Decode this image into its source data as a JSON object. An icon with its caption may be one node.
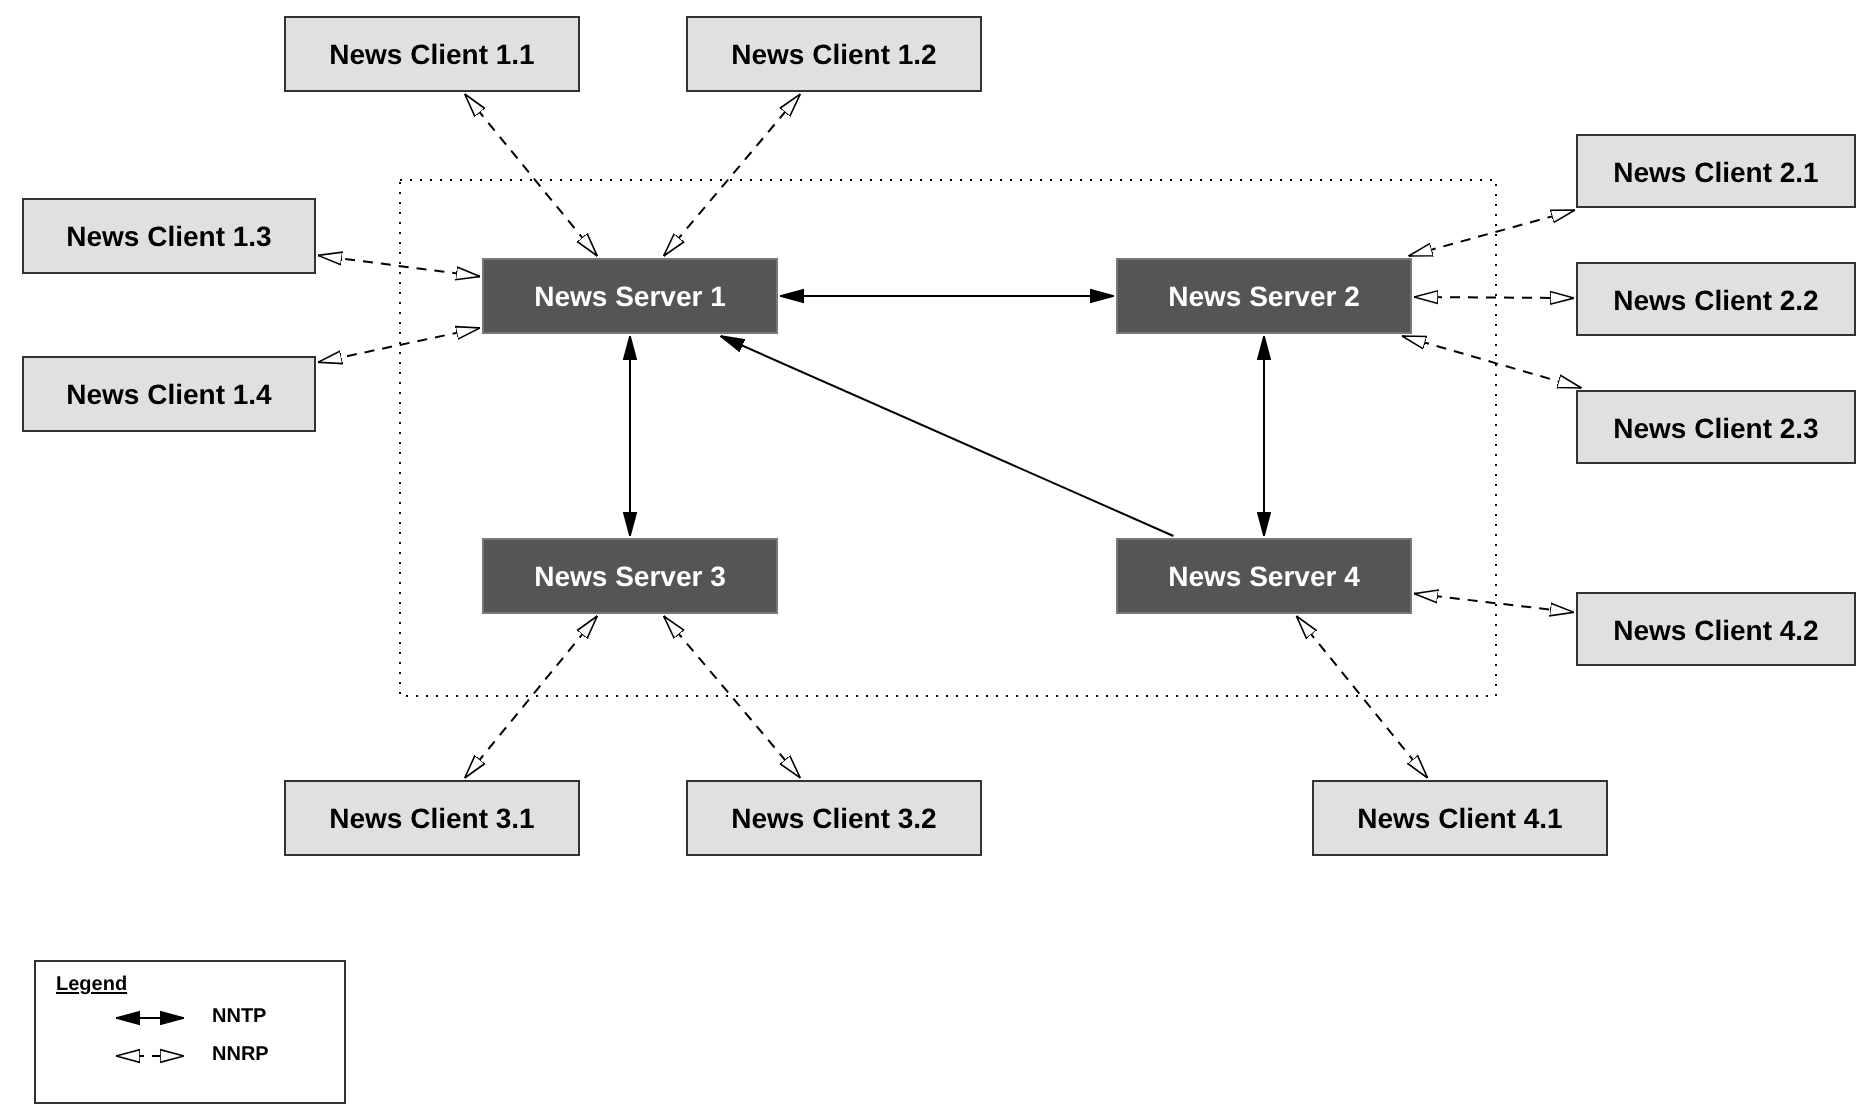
{
  "diagram": {
    "nodes": [
      {
        "text": [
          "News Client 1.1"
        ]
      },
      {
        "text": [
          "News Client 1.2"
        ]
      },
      {
        "text": [
          "News Client 2.1"
        ]
      },
      {
        "text": [
          "News Client 1.3"
        ]
      },
      {
        "text": [
          "News Server 1"
        ]
      },
      {
        "text": [
          "News Server 2"
        ]
      },
      {
        "text": [
          "News Client 2.2"
        ]
      },
      {
        "text": [
          "News Client 1.4"
        ]
      },
      {
        "text": [
          "News Client 2.3"
        ]
      },
      {
        "text": [
          "News Server 3"
        ]
      },
      {
        "text": [
          "News Server 4"
        ]
      },
      {
        "text": [
          "News Client 4.2"
        ]
      },
      {
        "text": [
          "News Client 3.1"
        ]
      },
      {
        "text": [
          "News Client 3.2"
        ]
      },
      {
        "text": [
          "News Client 4.1"
        ]
      }
    ],
    "edges": [
      {
        "from": 4,
        "to": 0,
        "arrow": "both",
        "style": "dashed"
      },
      {
        "from": 4,
        "to": 1,
        "arrow": "both",
        "style": "dashed"
      },
      {
        "from": 4,
        "to": 3,
        "arrow": "both",
        "style": "dashed"
      },
      {
        "from": 4,
        "to": 7,
        "arrow": "both",
        "style": "dashed"
      },
      {
        "from": 4,
        "to": 5,
        "arrow": "both"
      },
      {
        "from": 4,
        "to": 9,
        "arrow": "both"
      },
      {
        "from": 10,
        "to": 4,
        "arrow": "to"
      },
      {
        "from": 5,
        "to": 10,
        "arrow": "both"
      },
      {
        "from": 5,
        "to": 2,
        "arrow": "both",
        "style": "dashed"
      },
      {
        "from": 5,
        "to": 6,
        "arrow": "both",
        "style": "dashed"
      },
      {
        "from": 5,
        "to": 8,
        "arrow": "both",
        "style": "dashed"
      },
      {
        "from": 9,
        "to": 12,
        "arrow": "both",
        "style": "dashed"
      },
      {
        "from": 9,
        "to": 13,
        "arrow": "both",
        "style": "dashed"
      },
      {
        "from": 10,
        "to": 11,
        "arrow": "both",
        "style": "dashed"
      },
      {
        "from": 10,
        "to": 14,
        "arrow": "both",
        "style": "dashed"
      }
    ],
    "labels": [
      "Legend"
    ],
    "legend": [
      {
        "text": "NNTP"
      },
      {
        "text": "NNRP"
      }
    ]
  }
}
